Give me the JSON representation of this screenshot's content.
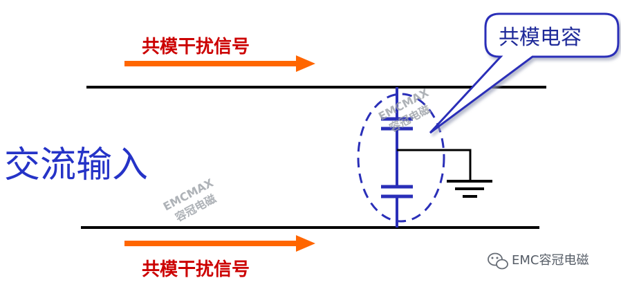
{
  "signals": {
    "top_label": "共模干扰信号",
    "bottom_label": "共模干扰信号"
  },
  "input_label": "交流输入",
  "callout": {
    "label": "共模电容"
  },
  "watermarks": {
    "line1": "EMCMAX",
    "line2": "容冠电磁"
  },
  "brand": {
    "text": "EMC容冠电磁",
    "icon": "wechat-icon"
  },
  "colors": {
    "arrow": "#ff6600",
    "signal_text": "#cc0000",
    "input_text": "#2533c7",
    "component": "#2a2fb8",
    "callout_border": "#2a2fb8",
    "line": "#000000"
  }
}
